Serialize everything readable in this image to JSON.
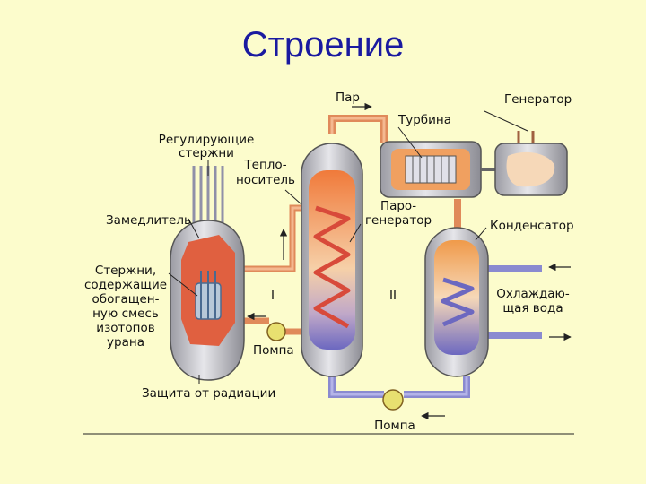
{
  "title": "Строение",
  "labels": {
    "steam": "Пар",
    "generator": "Генератор",
    "turbine": "Турбина",
    "control_rods_1": "Регулирующие",
    "control_rods_2": "стержни",
    "coolant_1": "Тепло-",
    "coolant_2": "носитель",
    "steam_generator_1": "Паро-",
    "steam_generator_2": "генератор",
    "moderator": "Замедлитель",
    "condenser": "Конденсатор",
    "fuel_rods_1": "Стержни,",
    "fuel_rods_2": "содержащие",
    "fuel_rods_3": "обогащен-",
    "fuel_rods_4": "ную смесь",
    "fuel_rods_5": "изотопов",
    "fuel_rods_6": "урана",
    "circuit_1": "I",
    "circuit_2": "II",
    "cooling_water_1": "Охлаждаю-",
    "cooling_water_2": "щая вода",
    "pump_1": "Помпа",
    "pump_2": "Помпа",
    "shield": "Защита от радиации"
  },
  "colors": {
    "background": "#fcfccc",
    "title": "#1a1aa0",
    "vessel": "#c4c4c8",
    "hot_core": "#e06040",
    "steam_fill": "#f0a060",
    "pipe_hot": "#e08a5a",
    "pipe_cold": "#8a8ad0",
    "pump": "#e8e070"
  }
}
